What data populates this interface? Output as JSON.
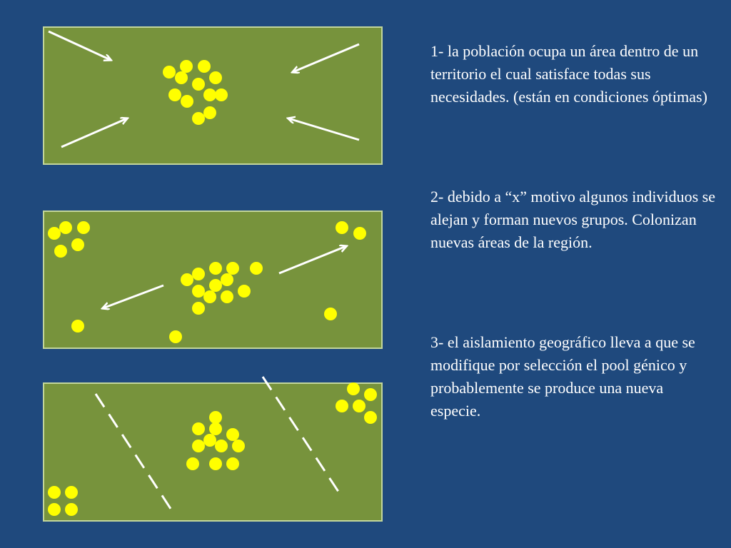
{
  "colors": {
    "background": "#1f497d",
    "panel_fill": "#77933c",
    "panel_border": "#c3d69b",
    "dot": "#ffff00",
    "arrow": "#ffffff",
    "text": "#ffffff"
  },
  "steps": [
    {
      "number": "1",
      "text": "1- la población ocupa un área dentro de un territorio el cual satisface todas sus necesidades. (están en condiciones óptimas)"
    },
    {
      "number": "2",
      "text": "2- debido a “x” motivo algunos individuos se alejan y forman nuevos grupos. Colonizan nuevas áreas de la región."
    },
    {
      "number": "3",
      "text": "3- el aislamiento geográfico lleva a que se modifique por selección el pool génico y probablemente se produce una nueva especie."
    }
  ]
}
